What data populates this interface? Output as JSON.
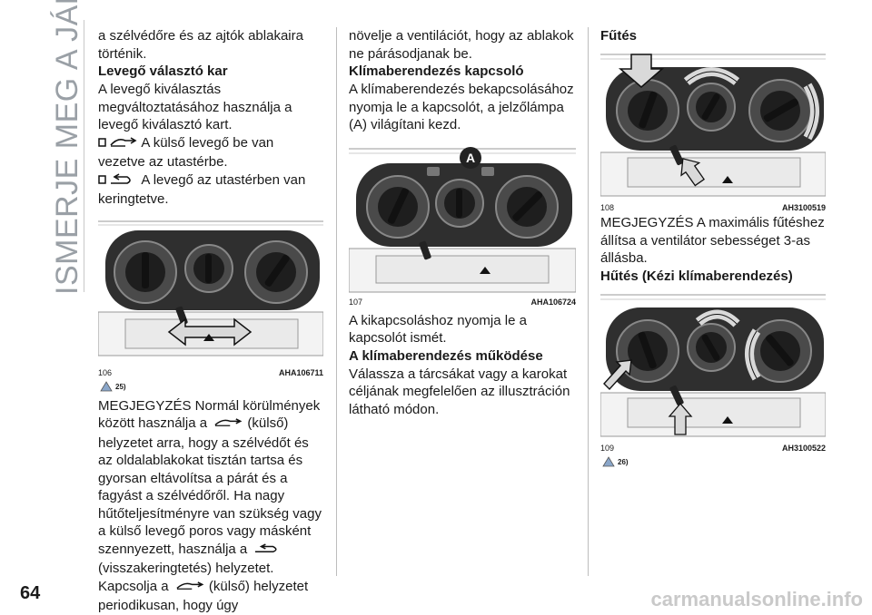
{
  "side_title": "ISMERJE MEG A JÁRMŰVÉT",
  "page_number": "64",
  "watermark": "carmanualsonline.info",
  "col1": {
    "p1": "a szélvédőre és az ajtók ablakaira történik.",
    "h1": "Levegő választó kar",
    "p2": "A levegő kiválasztás megváltoztatásához használja a levegő kiválasztó kart.",
    "p3": "A külső levegő be van vezetve az utastérbe.",
    "p4": "A levegő az utastérben van keringtetve.",
    "fig_num": "106",
    "fig_code": "AHA106711",
    "warn_ref": "25)",
    "note_a": "MEGJEGYZÉS Normál körülmények között használja a",
    "note_b": "(külső) helyzetet arra, hogy a szélvédőt és az oldalablakokat tisztán tartsa és gyorsan eltávolítsa a párát és a fagyást a szélvédőről. Ha nagy hűtőteljesítményre van szükség vagy a külső levegő poros vagy másként szennyezett, használja a",
    "note_c": "(visszakeringtetés) helyzetet. Kapcsolja a",
    "note_d": "(külső) helyzetet periodikusan, hogy úgy"
  },
  "col2": {
    "p1": "növelje a ventilációt, hogy az ablakok ne párásodjanak be.",
    "h1": "Klímaberendezés kapcsoló",
    "p2": "A klímaberendezés bekapcsolásához nyomja le a kapcsolót, a jelzőlámpa (A) világítani kezd.",
    "fig_num": "107",
    "fig_code": "AHA106724",
    "callout": "A",
    "p3": "A kikapcsoláshoz nyomja le a kapcsolót ismét.",
    "h2": "A klímaberendezés működése",
    "p4": "Válassza a tárcsákat vagy a karokat céljának megfelelően az illusztráción látható módon."
  },
  "col3": {
    "h1": "Fűtés",
    "fig1_num": "108",
    "fig1_code": "AH3100519",
    "p1": "MEGJEGYZÉS A maximális fűtéshez állítsa a ventilátor sebességet 3-as állásba.",
    "h2": "Hűtés (Kézi klímaberendezés)",
    "fig2_num": "109",
    "fig2_code": "AH3100522",
    "warn_ref": "26)"
  },
  "colors": {
    "text": "#1a1a1a",
    "side_title": "#9aa0a6",
    "panel": "#3a3a3a",
    "arrow_fill": "#d9d9d9"
  },
  "icons": [
    "outside-air-icon",
    "recirculation-icon",
    "warning-triangle-icon"
  ]
}
